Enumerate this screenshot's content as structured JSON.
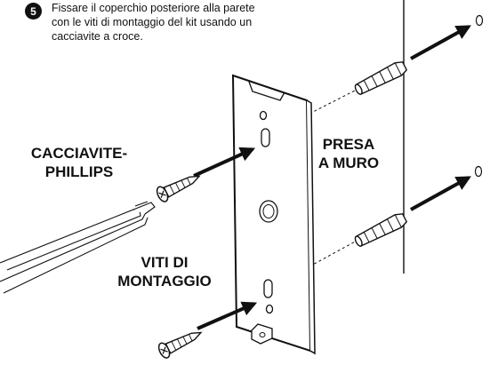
{
  "step": {
    "number": "5",
    "text": "Fissare il coperchio posteriore alla parete con le viti di montaggio del kit usando un cacciavite a croce."
  },
  "labels": {
    "screwdriver": "CACCIAVITE-\nPHILLIPS",
    "wall_anchor": "PRESA\nA MURO",
    "mounting_screws": "VITI DI\nMONTAGGIO"
  },
  "colors": {
    "line": "#111111",
    "background": "#ffffff"
  }
}
